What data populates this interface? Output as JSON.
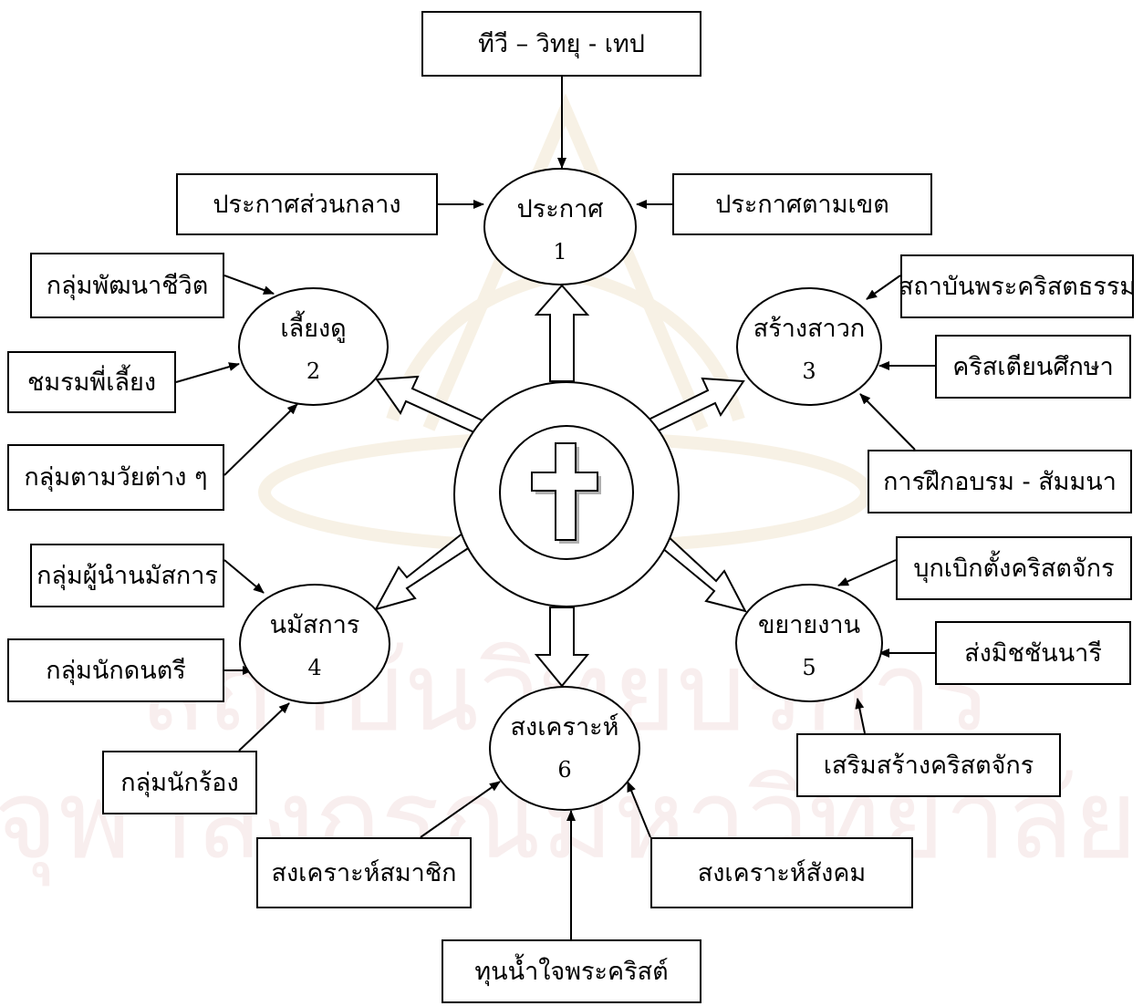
{
  "center": {
    "icon": "cross-icon"
  },
  "nodes": [
    {
      "id": "n1",
      "title": "ประกาศ",
      "num": "1"
    },
    {
      "id": "n2",
      "title": "เลี้ยงดู",
      "num": "2"
    },
    {
      "id": "n3",
      "title": "สร้างสาวก",
      "num": "3"
    },
    {
      "id": "n4",
      "title": "นมัสการ",
      "num": "4"
    },
    {
      "id": "n5",
      "title": "ขยายงาน",
      "num": "5"
    },
    {
      "id": "n6",
      "title": "สงเคราะห์",
      "num": "6"
    }
  ],
  "boxes": [
    {
      "id": "b1",
      "text": "ทีวี – วิทยุ - เทป"
    },
    {
      "id": "b2",
      "text": "ประกาศส่วนกลาง"
    },
    {
      "id": "b3",
      "text": "ประกาศตามเขต"
    },
    {
      "id": "b4",
      "text": "กลุ่มพัฒนาชีวิต"
    },
    {
      "id": "b5",
      "text": "ชมรมพี่เลี้ยง"
    },
    {
      "id": "b6",
      "text": "กลุ่มตามวัยต่าง ๆ"
    },
    {
      "id": "b7",
      "text": "สถาบันพระคริสตธรรม"
    },
    {
      "id": "b8",
      "text": "คริสเตียนศึกษา"
    },
    {
      "id": "b9",
      "text": "การฝึกอบรม - สัมมนา"
    },
    {
      "id": "b10",
      "text": "กลุ่มผู้นำนมัสการ"
    },
    {
      "id": "b11",
      "text": "กลุ่มนักดนตรี"
    },
    {
      "id": "b12",
      "text": "กลุ่มนักร้อง"
    },
    {
      "id": "b13",
      "text": "บุกเบิกตั้งคริสตจักร"
    },
    {
      "id": "b14",
      "text": "ส่งมิชชันนารี"
    },
    {
      "id": "b15",
      "text": "เสริมสร้างคริสตจักร"
    },
    {
      "id": "b16",
      "text": "สงเคราะห์สมาชิก"
    },
    {
      "id": "b17",
      "text": "สงเคราะห์สังคม"
    },
    {
      "id": "b18",
      "text": "ทุนน้ำใจพระคริสต์"
    }
  ],
  "watermark": {
    "line1": "สถาบันวิทยบริการ",
    "line2": "จุฬาลงกรณ์มหาวิทยาลัย"
  }
}
